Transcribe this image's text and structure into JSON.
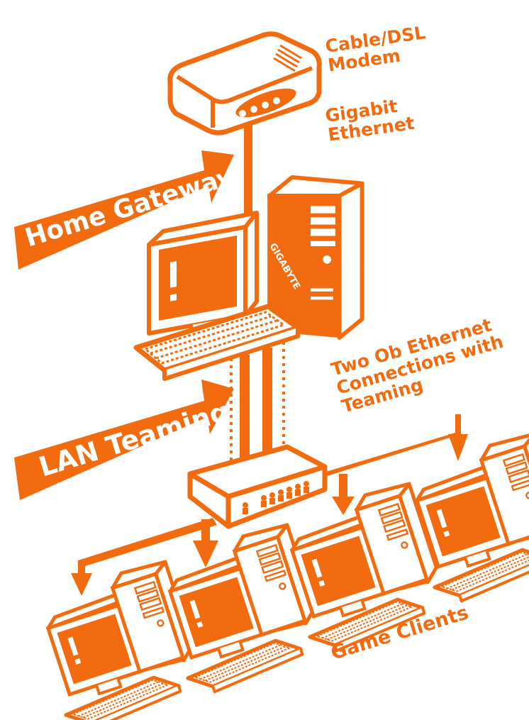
{
  "labels": {
    "modem": [
      "Cable/DSL",
      "Modem"
    ],
    "gigabit": [
      "Gigabit",
      "Ethernet"
    ],
    "home_gateway": "Home Gateway",
    "lan_teaming": "LAN Teaming",
    "two_ob": [
      "Two Ob Ethernet",
      "Connections with",
      "Teaming"
    ],
    "game_clients": "Game Clients"
  },
  "brand_logo": "GIGABYTE",
  "colors": {
    "accent": "#f26b0f",
    "background": "#ffffff"
  }
}
